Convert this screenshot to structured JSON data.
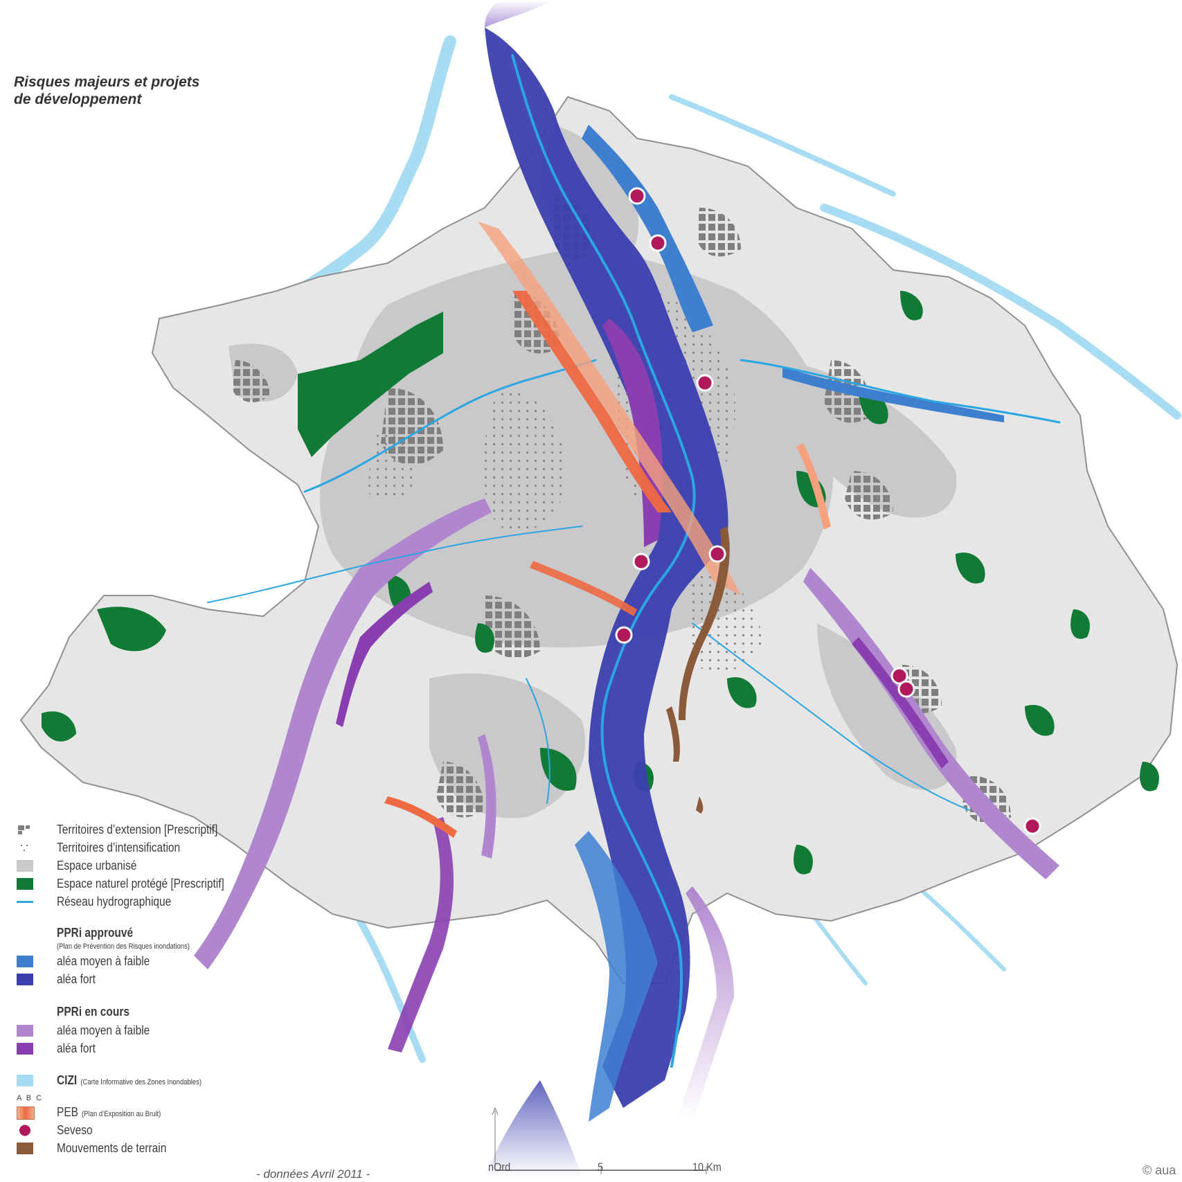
{
  "title": {
    "line1": "Risques majeurs et projets",
    "line2": "de développement"
  },
  "legend": {
    "extension": "Territoires d’extension [Prescriptif]",
    "intensification": "Territoires d’intensification",
    "urbanise": "Espace urbanisé",
    "naturel": "Espace naturel protégé [Prescriptif]",
    "reseau": "Réseau hydrographique",
    "ppri_approuve": {
      "title": "PPRi approuvé",
      "subtitle": "(Plan de Prévention des Risques inondations)",
      "moyen": "aléa moyen à faible",
      "fort": "aléa fort"
    },
    "ppri_cours": {
      "title": "PPRi en cours",
      "moyen": "aléa moyen à faible",
      "fort": "aléa fort"
    },
    "cizi": {
      "title": "CIZI",
      "subtitle": "(Carte Informative des Zones Inondables)"
    },
    "peb": {
      "abc": "A B C",
      "title": "PEB",
      "subtitle": "(Plan d’Exposition au Bruit)"
    },
    "seveso": "Seveso",
    "mouvements": "Mouvements de terrain"
  },
  "credit": "- données Avril 2011 -",
  "scale": {
    "north": "nOrd",
    "mid": "5",
    "end": "10 Km"
  },
  "copyright": "© aua",
  "colors": {
    "urban": "#c9c9cb",
    "urban_outline": "#9a9a9a",
    "extension": "#8a8a8a",
    "natural": "#117a35",
    "hydro": "#2ba6e0",
    "ppri_app_moyen": "#3f7fd0",
    "ppri_app_fort": "#3b3fae",
    "ppri_cours_moyen": "#b086cf",
    "ppri_cours_fort": "#8a3fb0",
    "cizi": "#a8dcf3",
    "peb": "#f07a4f",
    "seveso": "#b0195c",
    "mouvements": "#8a5a3a"
  }
}
